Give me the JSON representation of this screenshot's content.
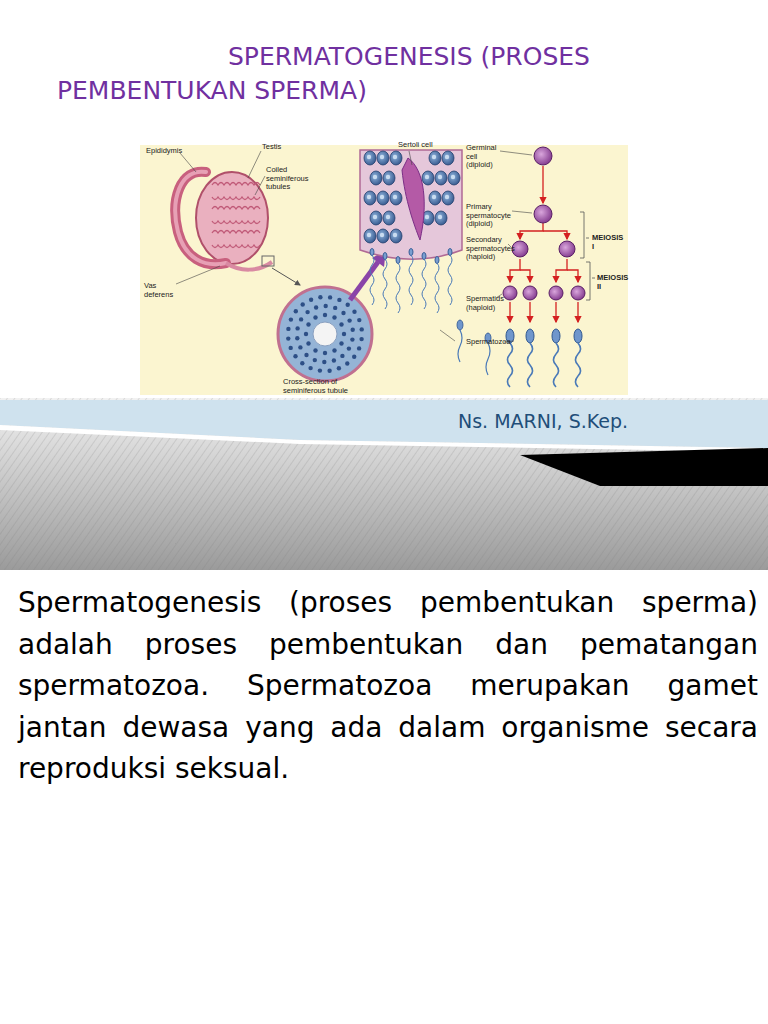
{
  "diagram": {
    "title": "SPERMATOGENESIS (PROSES PEMBENTUKAN SPERMA)",
    "labels": [
      "Epididymis",
      "Testis",
      "Coiled seminiferous tubules",
      "Vas deferens",
      "Cross-section of seminiferous tubule",
      "Sertoli cell",
      "Germinal cell (diploid)",
      "Primary spermatocyte (diploid)",
      "Secondary spermatocytes (haploid)",
      "Spermatids (haploid)",
      "Spermatozoa",
      "MEIOSIS I",
      "MEIOSIS II",
      "Ns. MARNI, S.Kep.",
      "Spermatogenesis (proses pembentukan sperma) adalah proses pembentukan dan pematangan spermatozoa. Spermatozoa merupakan gamet jantan dewasa yang ada dalam organisme secara reproduksi seksual."
    ]
  }
}
